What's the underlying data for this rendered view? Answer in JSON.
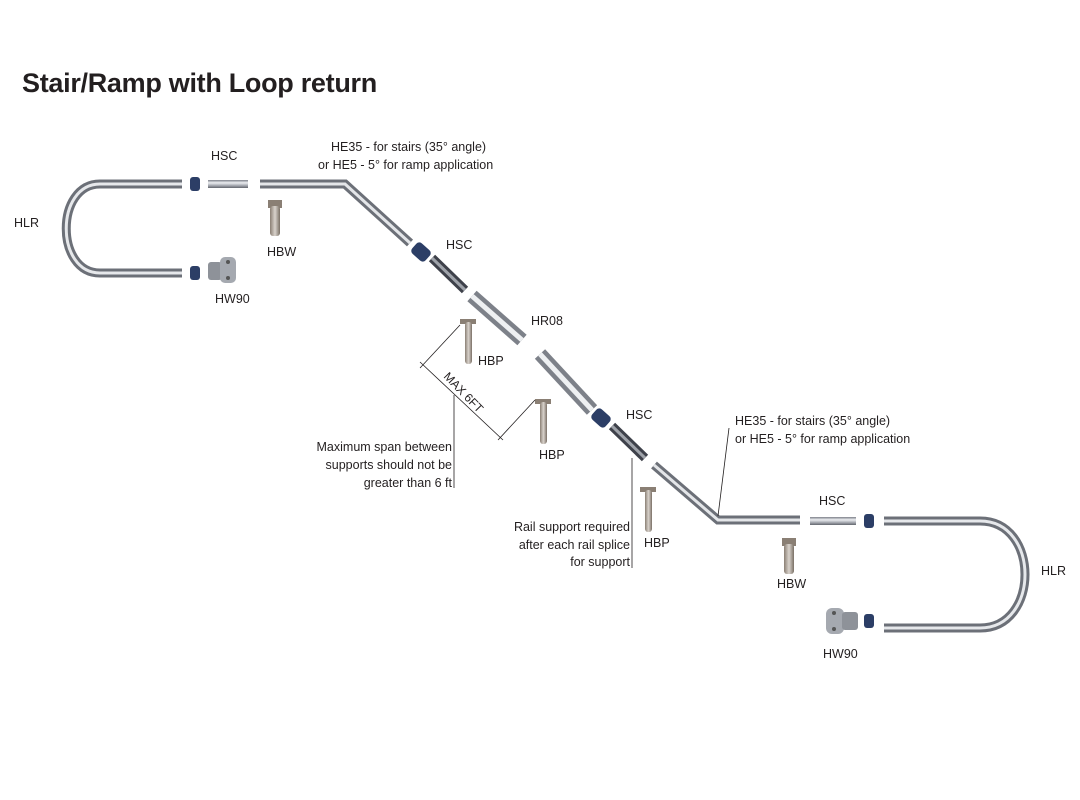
{
  "title": "Stair/Ramp with Loop return",
  "labels": {
    "hlr_left": "HLR",
    "hlr_right": "HLR",
    "hsc_top_left": "HSC",
    "hsc_upper_mid": "HSC",
    "hsc_lower_mid": "HSC",
    "hsc_right": "HSC",
    "hbw_left": "HBW",
    "hbw_right": "HBW",
    "hw90_left": "HW90",
    "hw90_right": "HW90",
    "hr08": "HR08",
    "hbp_1": "HBP",
    "hbp_2": "HBP",
    "hbp_3": "HBP",
    "max_span": "MAX 6FT"
  },
  "notes": {
    "he35_top_line1": "HE35 - for stairs (35° angle)",
    "he35_top_line2": "or HE5 - 5° for ramp application",
    "he35_right_line1": "HE35 - for stairs (35° angle)",
    "he35_right_line2": "or HE5 - 5° for ramp application",
    "span_line1": "Maximum span between",
    "span_line2": "supports should not be",
    "span_line3": "greater than 6 ft",
    "splice_line1": "Rail support required",
    "splice_line2": "after each rail splice",
    "splice_line3": "for support"
  }
}
